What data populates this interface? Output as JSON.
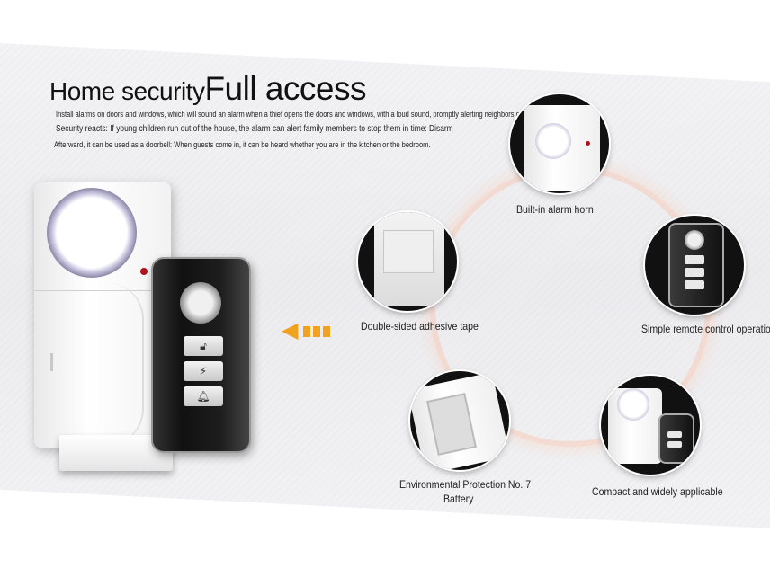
{
  "header": {
    "title_part1": "Home security",
    "title_part2": "Full access",
    "line1": "Install alarms on doors and windows, which will sound an alarm when a thief opens the doors and windows, with a loud sound, promptly alerting neighbors or",
    "line2": "Security reacts: If young children run out of the house, the alarm can alert family members to stop them in time: Disarm",
    "line3": "Afterward, it can be used as a doorbell: When guests come in, it can be heard whether you are in the kitchen or the bedroom."
  },
  "features": {
    "horn": "Built-in alarm horn",
    "remote": "Simple remote control operation",
    "compact": "Compact and widely applicable",
    "battery_line1": "Environmental Protection No. 7",
    "battery_line2": "Battery",
    "tape": "Double-sided adhesive tape"
  },
  "icons": {
    "arrow": "arrow-left-icon",
    "lock": "lock-icon",
    "unlock": "unlock-icon",
    "bolt": "bolt-icon",
    "bell": "bell-icon"
  },
  "colors": {
    "accent_arrow": "#f0a21e",
    "led_red": "#b0121a",
    "orbit_glow": "#f8c4ac"
  }
}
